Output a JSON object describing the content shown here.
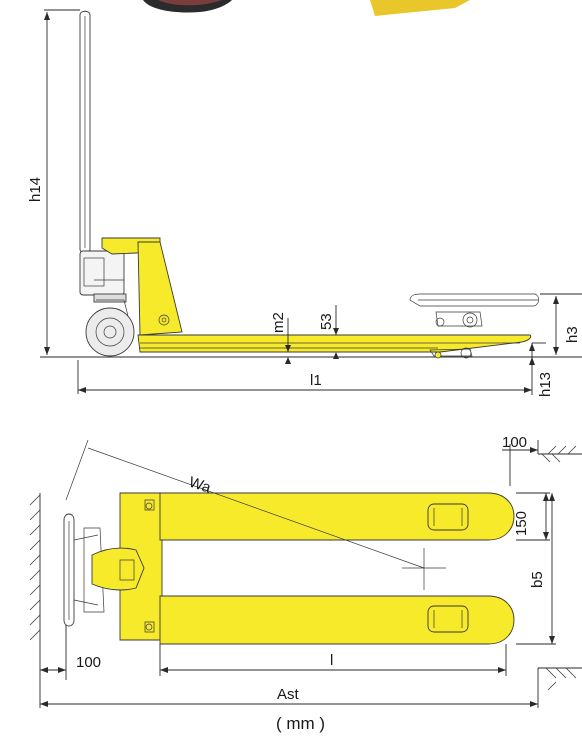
{
  "labels": {
    "h14": "h14",
    "m2": "m2",
    "d53": "53",
    "h3": "h3",
    "h13": "h13",
    "l1": "l1",
    "wa": "Wa",
    "d100_top": "100",
    "d150": "150",
    "b5": "b5",
    "d100_bottom": "100",
    "l": "l",
    "ast": "Ast",
    "unit": "( mm )"
  },
  "colors": {
    "body_yellow": "#f7ea2a",
    "line": "#2a2a2a"
  }
}
